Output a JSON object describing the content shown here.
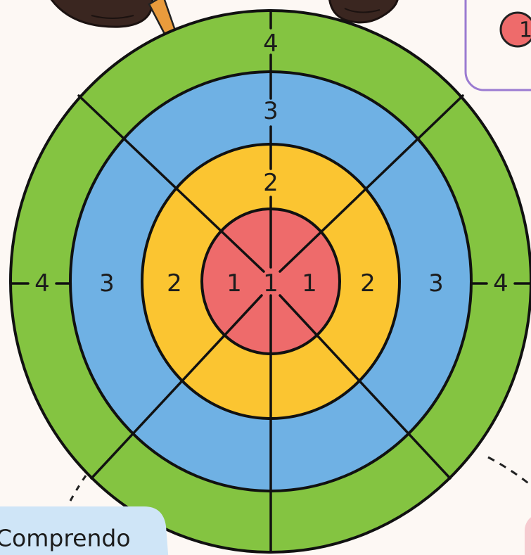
{
  "target": {
    "rings": [
      {
        "label": "4",
        "color": "#84c441"
      },
      {
        "label": "3",
        "color": "#6fb1e4"
      },
      {
        "label": "2",
        "color": "#fbc531"
      },
      {
        "label": "1",
        "color": "#ee6b6b"
      }
    ],
    "center_label": "1",
    "row_labels": [
      "4",
      "3",
      "2",
      "1",
      "1",
      "1",
      "2",
      "3",
      "4"
    ]
  },
  "corner_badge": {
    "label": "1",
    "color": "#ee6b6b",
    "border_color": "#9b7bd1"
  },
  "bottom_left_label": {
    "text": "Comprendo",
    "bg_color": "#cfe5f7"
  },
  "bottom_right_card": {
    "color": "#f7c9cf"
  },
  "pencil": {
    "tip_color": "#e5483d"
  }
}
